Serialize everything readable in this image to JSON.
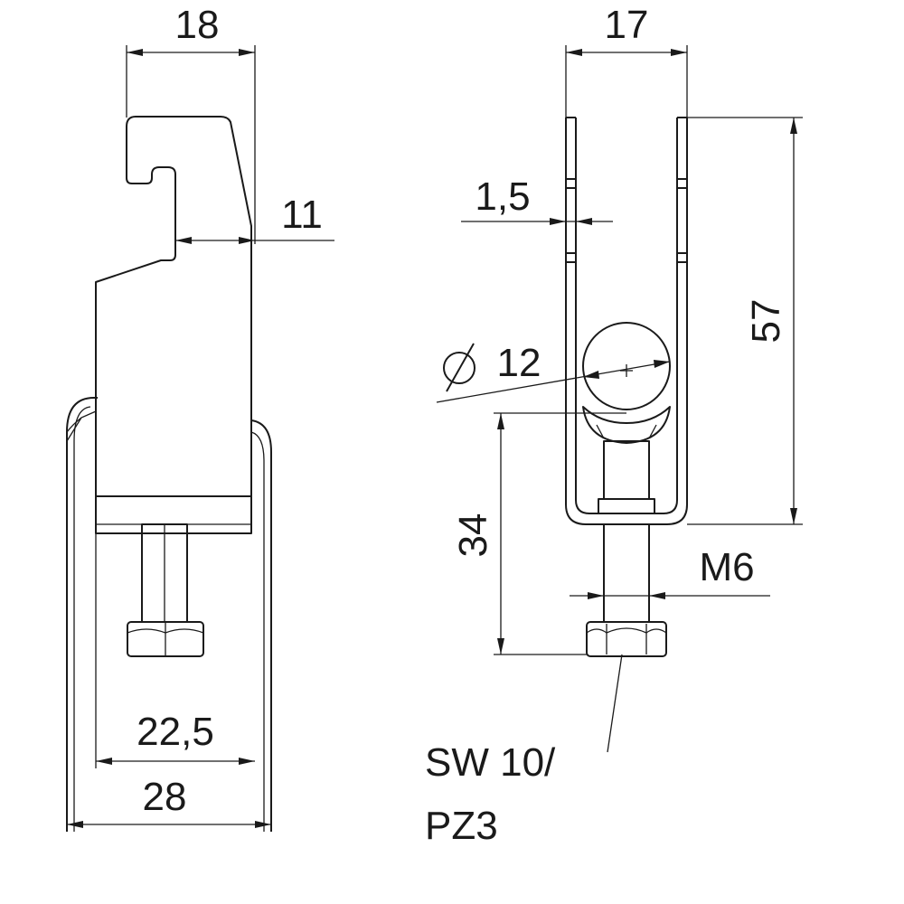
{
  "dimensions": {
    "side_top_width": "18",
    "side_hook_depth": "11",
    "side_inner_width": "22,5",
    "side_outer_width": "28",
    "front_top_width": "17",
    "front_wall_thickness": "1,5",
    "front_height": "57",
    "front_bore_diameter": "12",
    "front_bolt_height": "34",
    "front_thread": "M6",
    "front_drive_line1": "SW 10/",
    "front_drive_line2": "PZ3"
  },
  "symbols": {
    "diameter": "diameter-symbol-icon"
  }
}
